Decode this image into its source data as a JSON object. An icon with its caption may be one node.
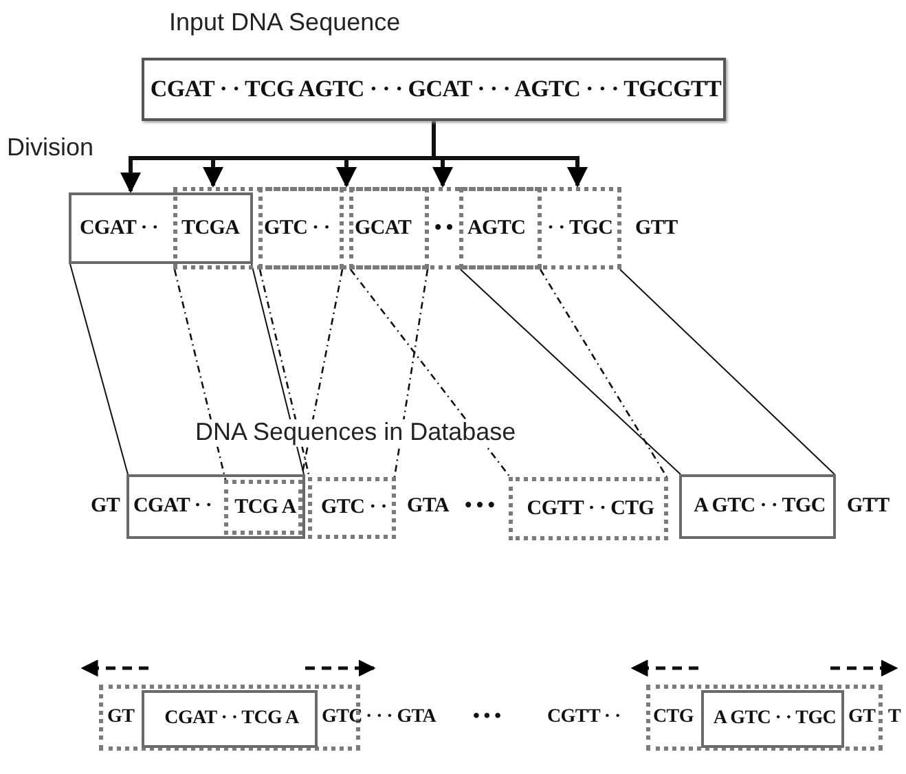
{
  "diagram": {
    "nodes": [
      {
        "text": [
          "Input DNA Sequence",
          "CGAT · · TCG AGTC · · · GCAT · · · AGTC · · · TGCGTT"
        ]
      },
      {
        "text": [],
        "shape": "box"
      },
      {
        "text": [],
        "shape": "box"
      },
      {
        "text": [],
        "shape": "box"
      },
      {
        "text": [],
        "shape": "box"
      },
      {
        "text": [],
        "shape": "box"
      },
      {
        "text": [
          "CGAT · ·"
        ]
      },
      {
        "text": [
          "TCG A"
        ],
        "in": 6
      },
      {
        "text": [
          "GTC · ·"
        ]
      },
      {
        "text": [
          "CGTT · · CTG"
        ]
      },
      {
        "text": [
          "A GTC · · TGC"
        ]
      },
      {
        "text": [],
        "shape": "box"
      },
      {
        "text": [
          "CGAT · · TCG A"
        ],
        "in": 11
      },
      {
        "text": [],
        "shape": "box"
      },
      {
        "text": [
          "A GTC · · TGC"
        ],
        "in": 13
      }
    ],
    "edges": [
      {
        "from": 0,
        "to": 1,
        "arrow": "to",
        "style": "thick"
      },
      {
        "from": 0,
        "to": 2,
        "arrow": "to",
        "style": "thick"
      },
      {
        "from": 0,
        "to": 3,
        "arrow": "to",
        "style": "thick"
      },
      {
        "from": 0,
        "to": 4,
        "arrow": "to",
        "style": "thick"
      },
      {
        "from": 0,
        "to": 5,
        "arrow": "to",
        "style": "thick"
      },
      {
        "from": 1,
        "to": 6,
        "arrow": "none"
      },
      {
        "from": 1,
        "to": 6,
        "arrow": "none"
      },
      {
        "from": 2,
        "to": 7,
        "arrow": "none",
        "style": "dashed"
      },
      {
        "from": 2,
        "to": 7,
        "arrow": "none",
        "style": "dashed"
      },
      {
        "from": 3,
        "to": 8,
        "arrow": "none",
        "style": "dashed"
      },
      {
        "from": 3,
        "to": 8,
        "arrow": "none",
        "style": "dashed"
      },
      {
        "from": 4,
        "to": 9,
        "arrow": "none",
        "style": "dashed"
      },
      {
        "from": 4,
        "to": 9,
        "arrow": "none",
        "style": "dashed"
      },
      {
        "from": 5,
        "to": 10,
        "arrow": "none"
      },
      {
        "from": 5,
        "to": 10,
        "arrow": "none"
      }
    ],
    "labels": [
      "Division",
      "CGAT · ·",
      "TCGA",
      "GTC · ·",
      "GCAT",
      "• •",
      "AGTC",
      "· · TGC",
      "GTT",
      "DNA Sequences in Database",
      "GT",
      "GTA",
      "• • •",
      "GTT",
      "GT",
      "GTC",
      "· · · GTA",
      "• • •",
      "CGTT · ·",
      "CTG",
      "GT",
      "T"
    ]
  }
}
